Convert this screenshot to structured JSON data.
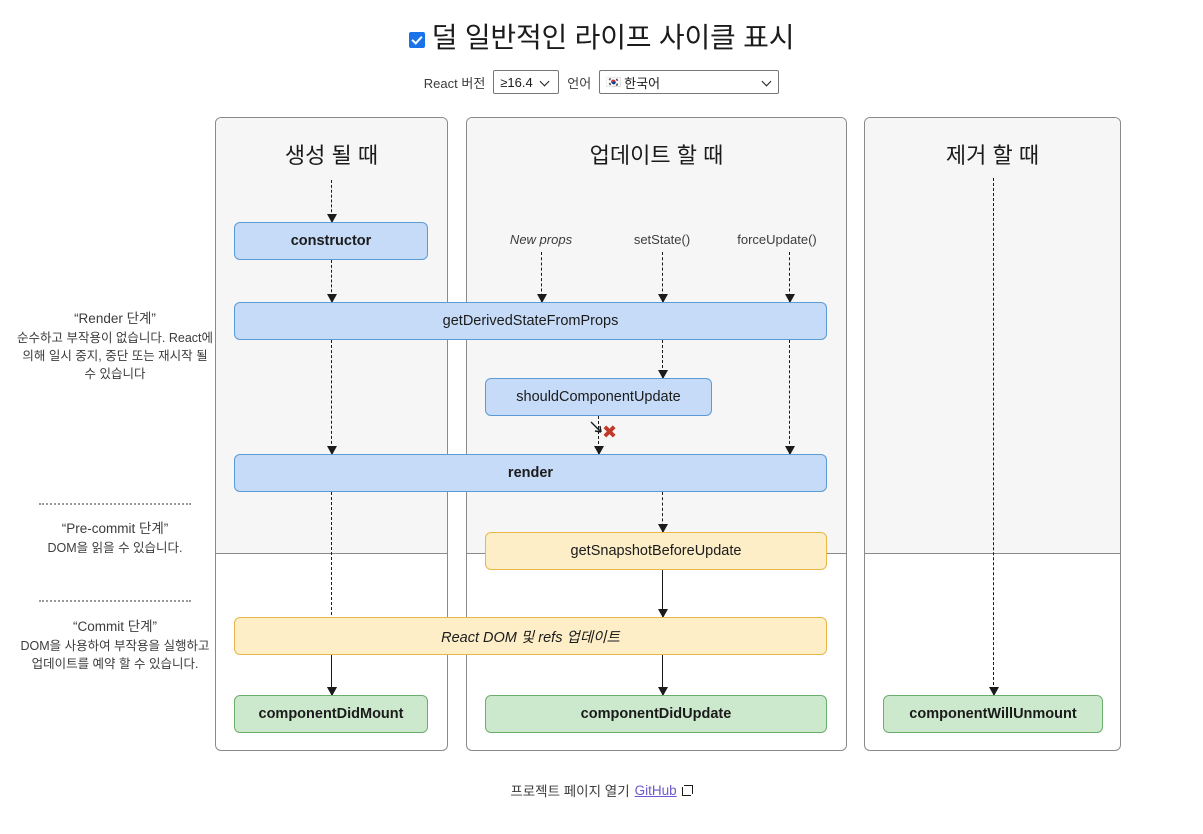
{
  "header": {
    "checkbox_checked": true,
    "title": "덜 일반적인 라이프 사이클 표시",
    "version_label": "React 버전",
    "version_value": "≥16.4",
    "language_label": "언어",
    "language_value": "한국어",
    "language_flag": "🇰🇷"
  },
  "legend": {
    "render_phase": {
      "title": "“Render 단계”",
      "body": "순수하고 부작용이 없습니다. React에 의해 일시 중지, 중단 또는 재시작 될 수 있습니다"
    },
    "precommit_phase": {
      "title": "“Pre-commit 단계”",
      "body": "DOM을 읽을 수 있습니다."
    },
    "commit_phase": {
      "title": "“Commit 단계”",
      "body": "DOM을 사용하여 부작용을 실행하고 업데이트를 예약 할 수 있습니다."
    }
  },
  "columns": {
    "mounting": {
      "title": "생성 될 때",
      "boxes": {
        "constructor": "constructor",
        "component_did_mount": "componentDidMount"
      }
    },
    "updating": {
      "title": "업데이트 할 때",
      "triggers": {
        "new_props": "New props",
        "set_state": "setState()",
        "force_update": "forceUpdate()"
      },
      "boxes": {
        "should_component_update": "shouldComponentUpdate",
        "get_snapshot_before_update": "getSnapshotBeforeUpdate",
        "component_did_update": "componentDidUpdate"
      },
      "skip_marker": "✖"
    },
    "unmounting": {
      "title": "제거 할 때",
      "boxes": {
        "component_will_unmount": "componentWillUnmount"
      }
    },
    "shared": {
      "get_derived_state_from_props": "getDerivedStateFromProps",
      "render": "render",
      "react_dom_refs": "React DOM 및 refs 업데이트"
    }
  },
  "footer": {
    "text": "프로젝트 페이지 열기",
    "link_label": "GitHub"
  },
  "colors": {
    "render_box": "#c5dbf7",
    "render_box_border": "#5b9bd5",
    "commit_box": "#fdeec8",
    "commit_box_border": "#e8b84b",
    "callback_box": "#cde9cd",
    "callback_box_border": "#6cae6c",
    "accent": "#1a73e8",
    "skip_marker": "#c0392b",
    "link": "#6a5acd"
  }
}
